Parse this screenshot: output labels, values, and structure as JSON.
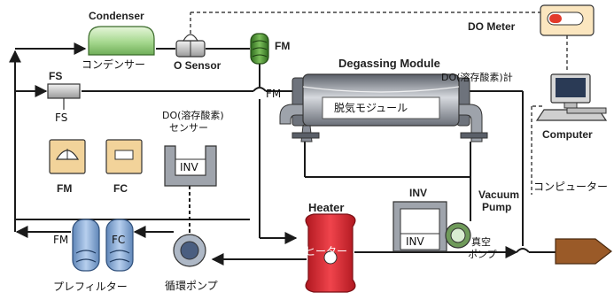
{
  "labels": {
    "condenser_en": "Condenser",
    "condenser_jp": "コンデンサー",
    "o_sensor": "O Sensor",
    "fm_top": "FM",
    "fm_module": "FM",
    "degassing_module_en": "Degassing Module",
    "degassing_module_jp": "脱気モジュール",
    "do_meter_label": "DO(溶存酸素)計",
    "do_meter_en": "DO Meter",
    "computer_en": "Computer",
    "computer_jp": "コンピューター",
    "fs_box": "FS",
    "fs_below": "FS",
    "do_sensor_jp_line1": "DO(溶存酸素)",
    "do_sensor_jp_line2": "センサー",
    "fm_box": "FM",
    "fc_box": "FC",
    "inv_left": "INV",
    "inv_right_title": "INV",
    "inv_right": "INV",
    "vacuum_pump_en_1": "Vacuum",
    "vacuum_pump_en_2": "Pump",
    "vacuum_pump_jp_1": "真空",
    "vacuum_pump_jp_2": "ポンプ",
    "heater_en": "Heater",
    "heater_jp": "ヒーター",
    "prefilter_fm": "FM",
    "prefilter_fc": "FC",
    "prefilter_jp": "プレフィルター",
    "circ_pump_jp": "循環ポンプ"
  },
  "colors": {
    "condenser_green": "#a6d88f",
    "fm_green": "#4f8f35",
    "module_gray": "#8a8f99",
    "heater_red": "#e2303a",
    "tan": "#f2d39a",
    "filter_blue": "#8fb2dc",
    "valve_gray": "#c8c8c8",
    "probe_brown": "#9a5a28",
    "meter_red": "#e23a2a",
    "line": "#1a1a1a"
  }
}
